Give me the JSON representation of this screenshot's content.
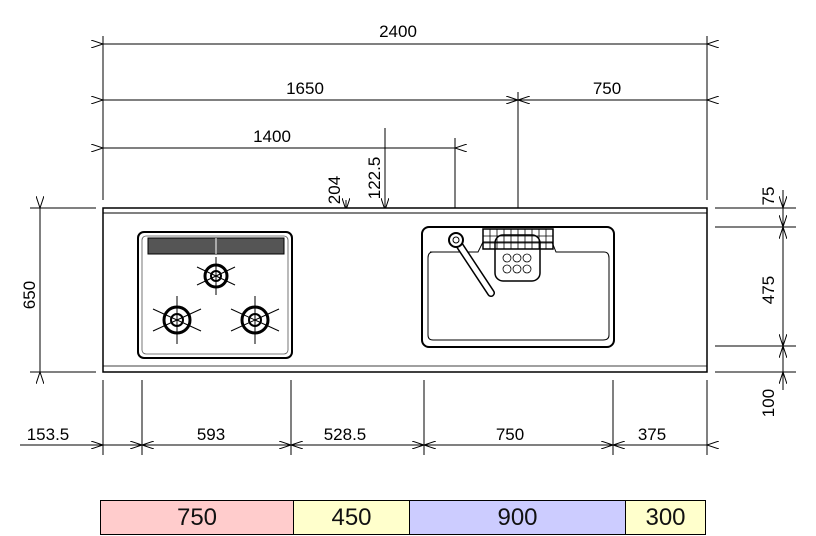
{
  "dimensions": {
    "total_width": "2400",
    "left_to_sink_center": "1650",
    "sink_center_to_right": "750",
    "left_to_faucet": "1400",
    "front_to_sink_edge": "204",
    "front_to_faucet": "122.5",
    "depth": "650",
    "right_back_margin": "75",
    "sink_depth": "475",
    "right_front_margin": "100",
    "bottom": [
      "153.5",
      "593",
      "528.5",
      "750",
      "375"
    ]
  },
  "modules": [
    {
      "label": "750",
      "color": "#ffcccc"
    },
    {
      "label": "450",
      "color": "#ffffcc"
    },
    {
      "label": "900",
      "color": "#ccccff"
    },
    {
      "label": "300",
      "color": "#ffffcc"
    }
  ]
}
